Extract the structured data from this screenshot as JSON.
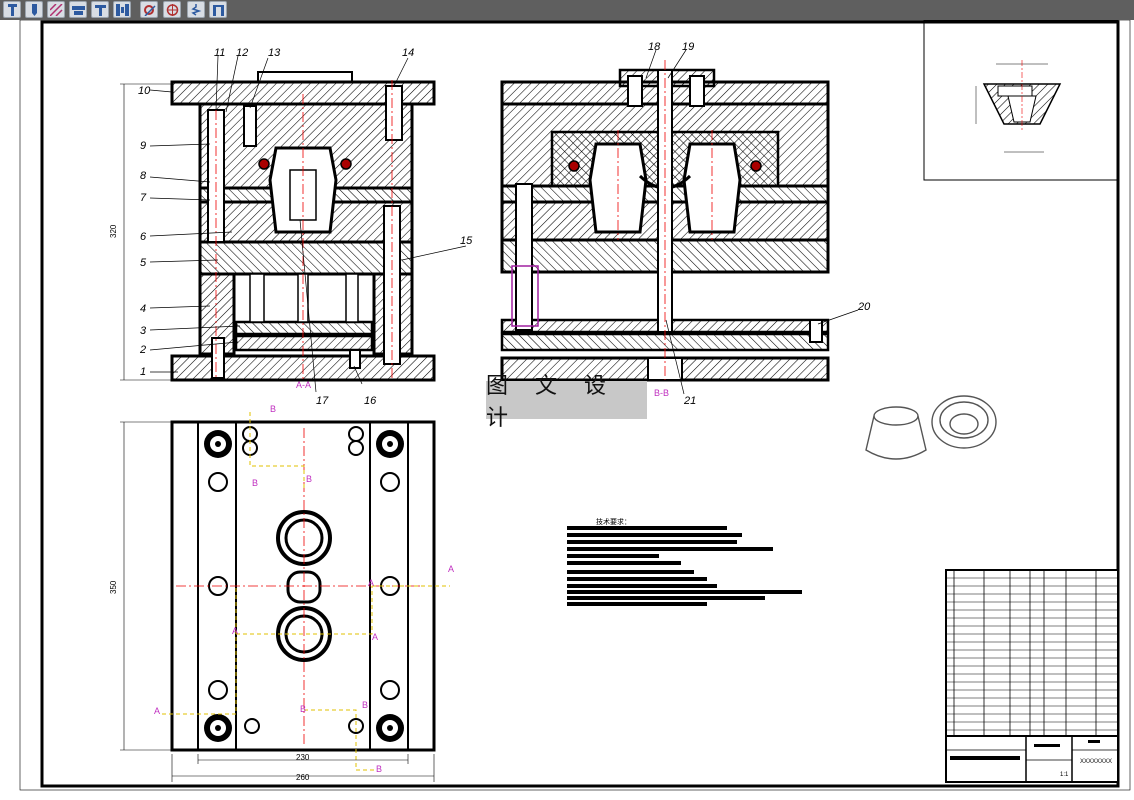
{
  "toolbar": {
    "buttons": [
      {
        "icon": "pin-icon"
      },
      {
        "icon": "punch-icon"
      },
      {
        "icon": "hatch-icon"
      },
      {
        "icon": "plate-icon"
      },
      {
        "icon": "bolt-icon"
      },
      {
        "icon": "mold-icon"
      },
      {
        "icon": "gear-edit-icon"
      },
      {
        "icon": "target-icon"
      },
      {
        "icon": "spring-icon"
      },
      {
        "icon": "column-icon"
      }
    ]
  },
  "drawing": {
    "part_labels": {
      "p1": "1",
      "p2": "2",
      "p3": "3",
      "p4": "4",
      "p5": "5",
      "p6": "6",
      "p7": "7",
      "p8": "8",
      "p9": "9",
      "p10": "10",
      "p11": "11",
      "p12": "12",
      "p13": "13",
      "p14": "14",
      "p15": "15",
      "p16": "16",
      "p17": "17",
      "p18": "18",
      "p19": "19",
      "p20": "20",
      "p21": "21"
    },
    "section_labels": {
      "aa": "A-A",
      "bb": "B-B"
    },
    "cut_letters": {
      "a": "A",
      "b": "B"
    },
    "dimensions": {
      "height": "320",
      "width_inner": "230",
      "width_outer": "260",
      "plan_height": "350"
    },
    "tech_req_title": "技术要求：",
    "watermark": "图 文 设 计",
    "title_block_drawing_no": "XXXXXXXX",
    "title_block_scale": "1:1"
  }
}
